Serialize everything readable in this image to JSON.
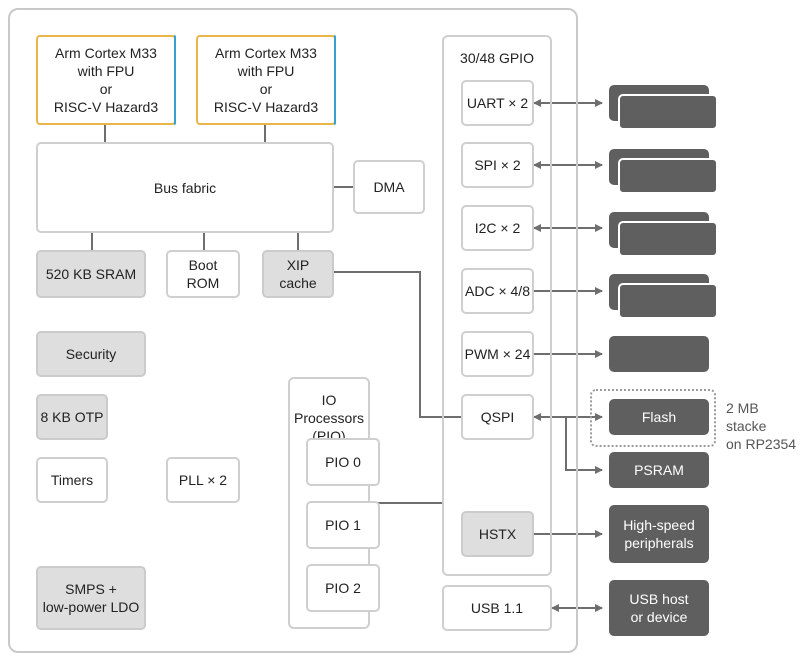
{
  "diagram": {
    "cpu_cores": [
      {
        "label": "Arm Cortex M33\nwith FPU\nor\nRISC-V Hazard3"
      },
      {
        "label": "Arm Cortex M33\nwith FPU\nor\nRISC-V Hazard3"
      }
    ],
    "bus_fabric": "Bus fabric",
    "dma": "DMA",
    "sram": "520 KB SRAM",
    "boot_rom": "Boot\nROM",
    "xip_cache": "XIP\ncache",
    "security": "Security",
    "otp": "8 KB OTP",
    "timers": "Timers",
    "pll": "PLL × 2",
    "smps": "SMPS +\nlow-power LDO",
    "pio": {
      "title": "IO Processors\n(PIO)",
      "blocks": [
        "PIO 0",
        "PIO 1",
        "PIO 2"
      ]
    },
    "gpio": {
      "title": "30/48 GPIO",
      "blocks": [
        "UART × 2",
        "SPI × 2",
        "I2C × 2",
        "ADC × 4/8",
        "PWM × 24",
        "QSPI",
        "HSTX"
      ]
    },
    "usb": "USB 1.1",
    "external": {
      "flash": "Flash",
      "psram": "PSRAM",
      "high_speed": "High-speed\nperipherals",
      "usb_host": "USB host\nor device",
      "stacked_note": "2 MB stacke\non RP2354"
    },
    "colors": {
      "cpu_border": "#e8b54a",
      "cpu_accent": "#3aa0c9",
      "internal_gray": "#dedede",
      "external_dark": "#5f5f5f",
      "wire": "#6e6e6e"
    }
  }
}
